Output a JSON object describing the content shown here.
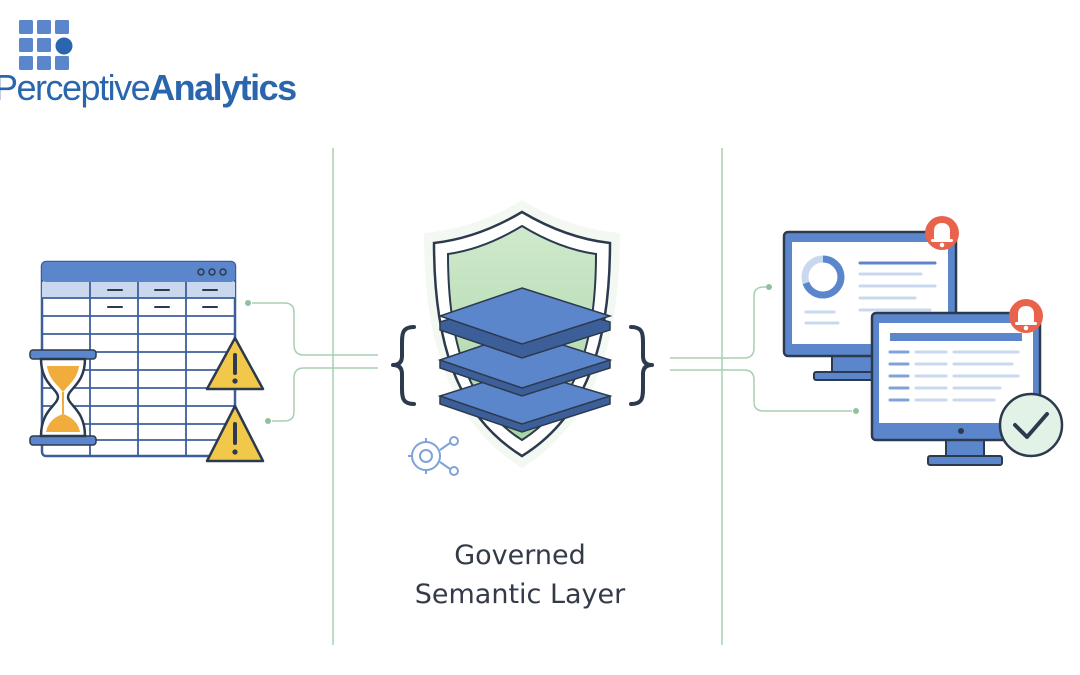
{
  "logo": {
    "word_light": "Perceptive",
    "word_bold": "Analytics",
    "color": "#2a66ad"
  },
  "center": {
    "caption_line1": "Governed",
    "caption_line2": "Semantic Layer"
  },
  "colors": {
    "blue": "#5b86cc",
    "blue_dark": "#3d5f99",
    "navy": "#2c3a4e",
    "green_line": "#a9cfb2",
    "shield_green": "#a8d6a6",
    "warning_yellow": "#f2c84b",
    "alert_red": "#e8624c",
    "success_green": "#4fa36b",
    "sand": "#f0ad3b"
  },
  "icons": {
    "logo": "grid-logo-icon",
    "legacy_table": "spreadsheet-icon",
    "hourglass": "hourglass-icon",
    "warning": "warning-icon",
    "shield": "shield-icon",
    "layers": "stacked-layers-icon",
    "braces": "curly-braces-icon",
    "node": "network-node-icon",
    "dashboard": "dashboard-monitor-icon",
    "report": "report-monitor-icon",
    "bell": "bell-icon",
    "check": "check-circle-icon"
  }
}
